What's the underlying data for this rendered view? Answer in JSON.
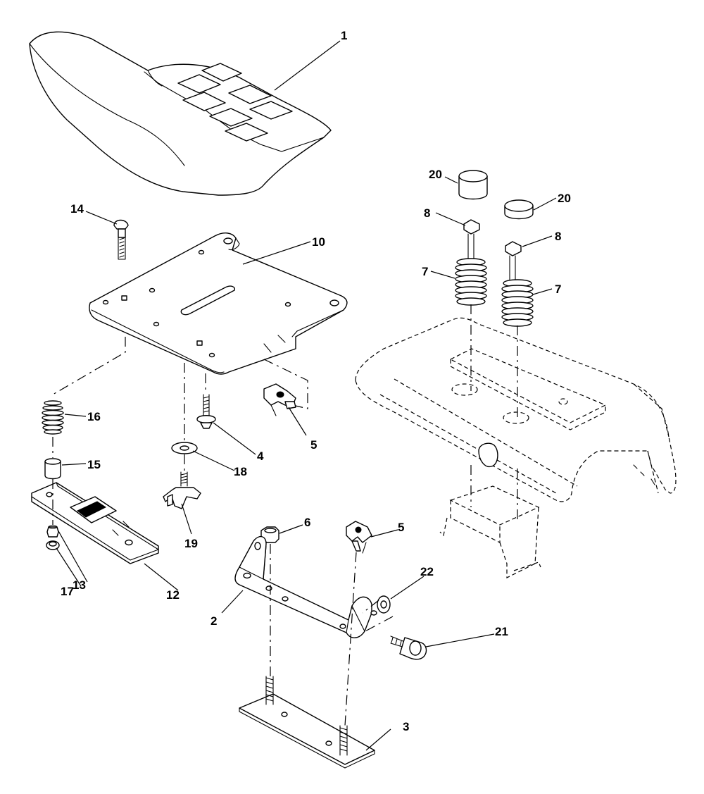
{
  "callouts": {
    "c1": "1",
    "c2": "2",
    "c3": "3",
    "c4": "4",
    "c5a": "5",
    "c5b": "5",
    "c6": "6",
    "c7a": "7",
    "c7b": "7",
    "c8a": "8",
    "c8b": "8",
    "c10": "10",
    "c12": "12",
    "c13": "13",
    "c14": "14",
    "c15": "15",
    "c16": "16",
    "c17": "17",
    "c18": "18",
    "c19": "19",
    "c20a": "20",
    "c20b": "20",
    "c21": "21",
    "c22": "22"
  },
  "colors": {
    "line": "#000000",
    "background": "#ffffff"
  }
}
